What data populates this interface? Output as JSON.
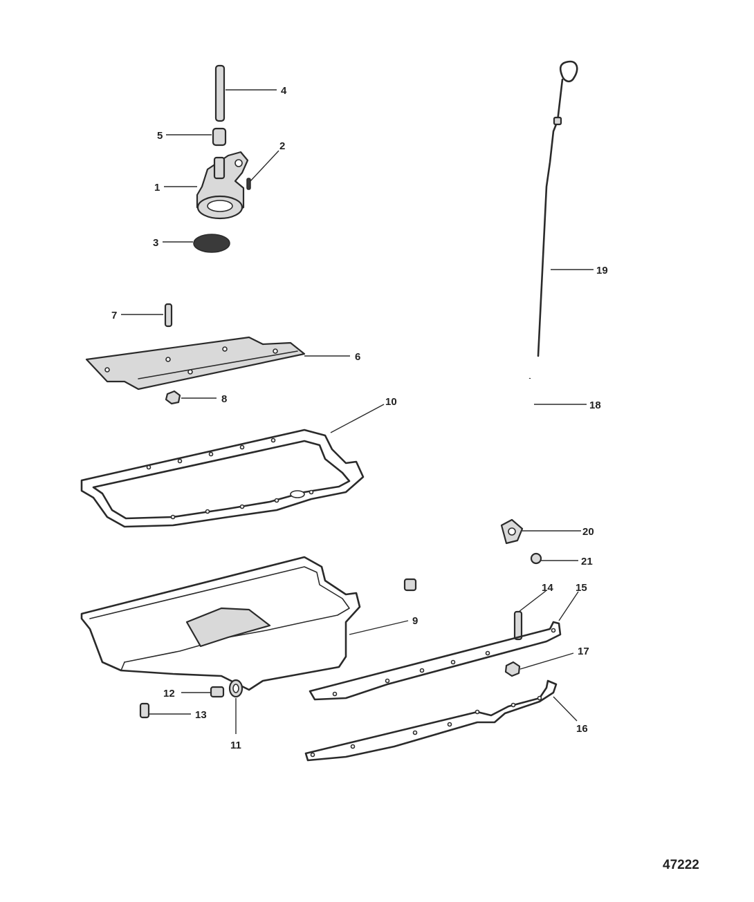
{
  "figure_number": "47222",
  "callouts": {
    "c1": "1",
    "c2": "2",
    "c3": "3",
    "c4": "4",
    "c5": "5",
    "c6": "6",
    "c7": "7",
    "c8": "8",
    "c9": "9",
    "c10": "10",
    "c11": "11",
    "c12": "12",
    "c13": "13",
    "c14": "14",
    "c15": "15",
    "c16": "16",
    "c17": "17",
    "c18": "18",
    "c19": "19",
    "c20": "20",
    "c21": "21"
  }
}
